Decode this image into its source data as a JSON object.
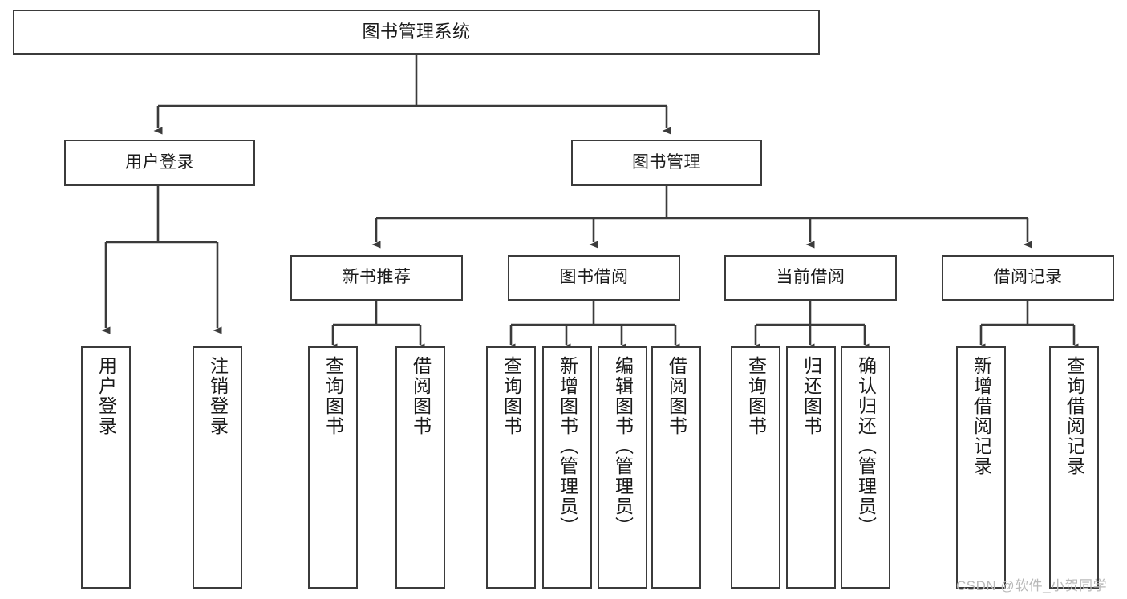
{
  "diagram": {
    "title": "图书管理系统",
    "type": "hierarchical-tree",
    "root": {
      "label": "图书管理系统"
    },
    "level2": [
      {
        "label": "用户登录"
      },
      {
        "label": "图书管理"
      }
    ],
    "level3": [
      {
        "label": "新书推荐"
      },
      {
        "label": "图书借阅"
      },
      {
        "label": "当前借阅"
      },
      {
        "label": "借阅记录"
      }
    ],
    "leaves": {
      "user_login": [
        {
          "label": "用户登录"
        },
        {
          "label": "注销登录"
        }
      ],
      "new_book_recommend": [
        {
          "label": "查询图书"
        },
        {
          "label": "借阅图书"
        }
      ],
      "book_borrow": [
        {
          "label": "查询图书"
        },
        {
          "label": "新增图书（管理员）"
        },
        {
          "label": "编辑图书（管理员）"
        },
        {
          "label": "借阅图书"
        }
      ],
      "current_borrow": [
        {
          "label": "查询图书"
        },
        {
          "label": "归还图书"
        },
        {
          "label": "确认归还（管理员）"
        }
      ],
      "borrow_record": [
        {
          "label": "新增借阅记录"
        },
        {
          "label": "查询借阅记录"
        }
      ]
    }
  },
  "watermark": {
    "text": "CSDN @软件_小贺同学"
  },
  "colors": {
    "stroke": "#3b3b3b",
    "background": "#ffffff",
    "text": "#1a1a1a",
    "watermark": "#b9b9b9"
  }
}
